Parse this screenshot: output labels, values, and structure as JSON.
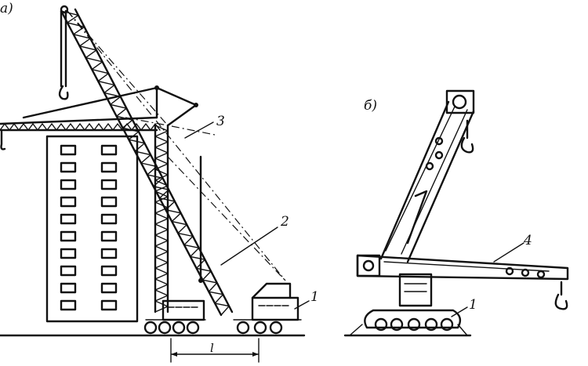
{
  "labels": {
    "panel_a": "а)",
    "panel_b": "б)",
    "callout_1a": "1",
    "callout_1b": "1",
    "callout_2": "2",
    "callout_3": "3",
    "callout_4": "4",
    "dimension_l": "l"
  }
}
